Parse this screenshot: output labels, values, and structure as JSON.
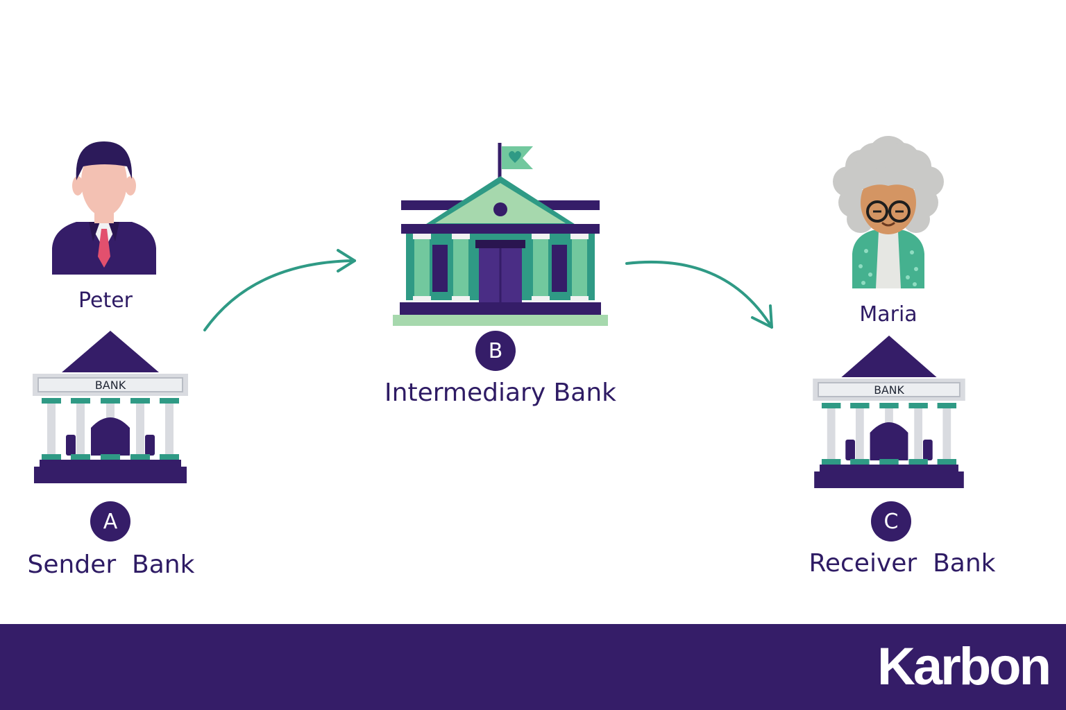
{
  "colors": {
    "navy": "#351d68",
    "teal": "#2f9a85",
    "mint": "#72c89e",
    "pale_mint": "#a6d8ad",
    "pillar_grey": "#d9dbe0",
    "skin": "#f3c1b3",
    "tie": "#e2506e",
    "footer_bg": "#351d68"
  },
  "nodes": [
    {
      "id": "A",
      "badge": "A",
      "label": "Sender  Bank",
      "person": "Peter",
      "icon": "bank-building-icon",
      "avatar": "businessman-avatar-icon"
    },
    {
      "id": "B",
      "badge": "B",
      "label": "Intermediary Bank",
      "icon": "intermediary-bank-icon"
    },
    {
      "id": "C",
      "badge": "C",
      "label": "Receiver  Bank",
      "person": "Maria",
      "icon": "bank-building-icon",
      "avatar": "elderly-woman-avatar-icon"
    }
  ],
  "bank_sign_text": "BANK",
  "edges": [
    {
      "from": "A",
      "to": "B",
      "icon": "curved-arrow-icon"
    },
    {
      "from": "B",
      "to": "C",
      "icon": "curved-arrow-icon"
    }
  ],
  "footer": {
    "brand": "Karbon"
  }
}
